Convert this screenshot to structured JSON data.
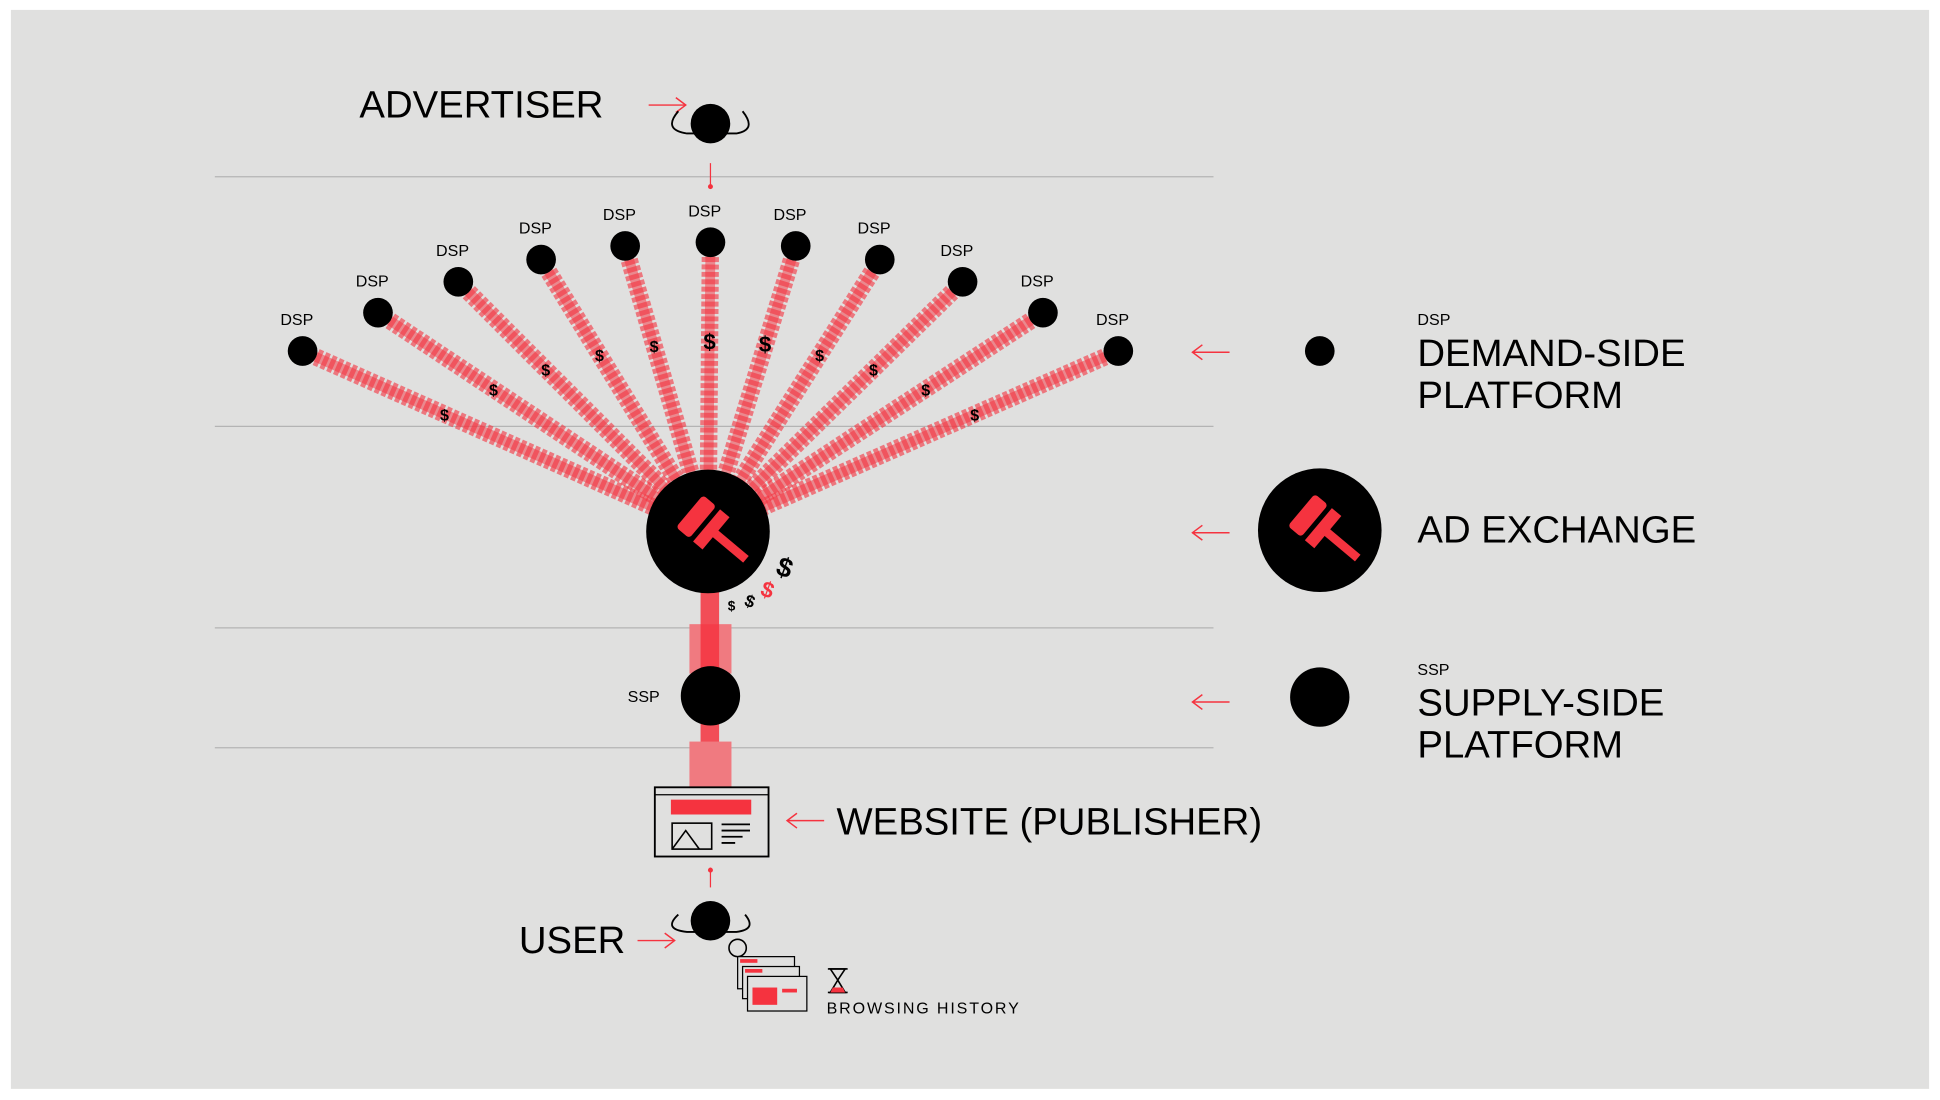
{
  "labels": {
    "advertiser": "ADVERTISER",
    "dsp": "DSP",
    "ssp": "SSP",
    "website": "WEBSITE (PUBLISHER)",
    "user": "USER",
    "browsing_history": "BROWSING HISTORY"
  },
  "legend": {
    "dsp_abbr": "DSP",
    "dsp_line1": "DEMAND-SIDE",
    "dsp_line2": "PLATFORM",
    "adx": "AD EXCHANGE",
    "ssp_abbr": "SSP",
    "ssp_line1": "SUPPLY-SIDE",
    "ssp_line2": "PLATFORM"
  },
  "dollar": "$",
  "dsp_count": 11,
  "colors": {
    "background": "#e0e0df",
    "accent": "#f5333f",
    "ink": "#000000",
    "rule": "#b4b4b4"
  }
}
